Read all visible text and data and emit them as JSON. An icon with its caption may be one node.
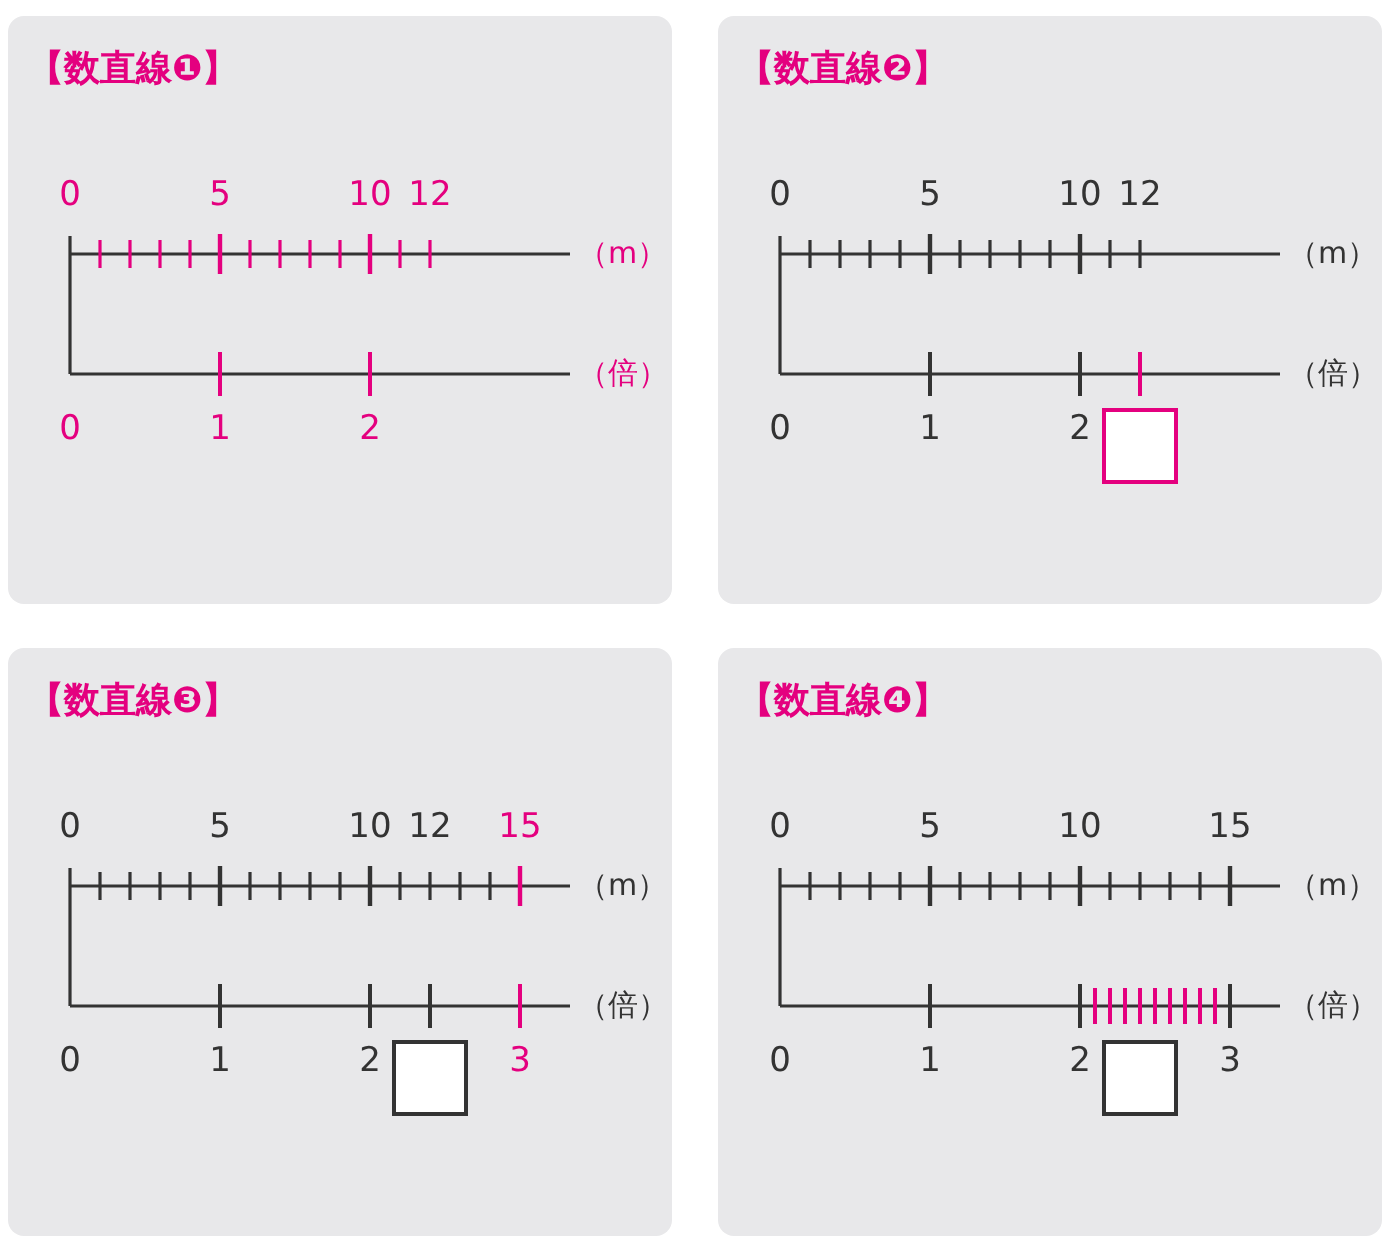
{
  "diagram": {
    "nodes": [
      {
        "text": [
          "【数直線❶】"
        ]
      },
      {
        "text": [
          "【数直線❷】"
        ]
      },
      {
        "text": [],
        "shape": "box",
        "in": 1
      },
      {
        "text": [
          "【数直線❸】"
        ]
      },
      {
        "text": [],
        "shape": "box",
        "in": 3
      },
      {
        "text": [
          "【数直線❹】"
        ]
      },
      {
        "text": [],
        "shape": "box",
        "in": 5
      }
    ],
    "labels": [
      "0",
      "5",
      "10",
      "12",
      "（m）",
      "（倍）",
      "0",
      "1",
      "2",
      "0",
      "5",
      "10",
      "12",
      "（m）",
      "（倍）",
      "0",
      "1",
      "2",
      "0",
      "5",
      "10",
      "12",
      "15",
      "（m）",
      "（倍）",
      "0",
      "1",
      "2",
      "3",
      "0",
      "5",
      "10",
      "15",
      "（m）",
      "（倍）",
      "0",
      "1",
      "2",
      "3"
    ]
  }
}
